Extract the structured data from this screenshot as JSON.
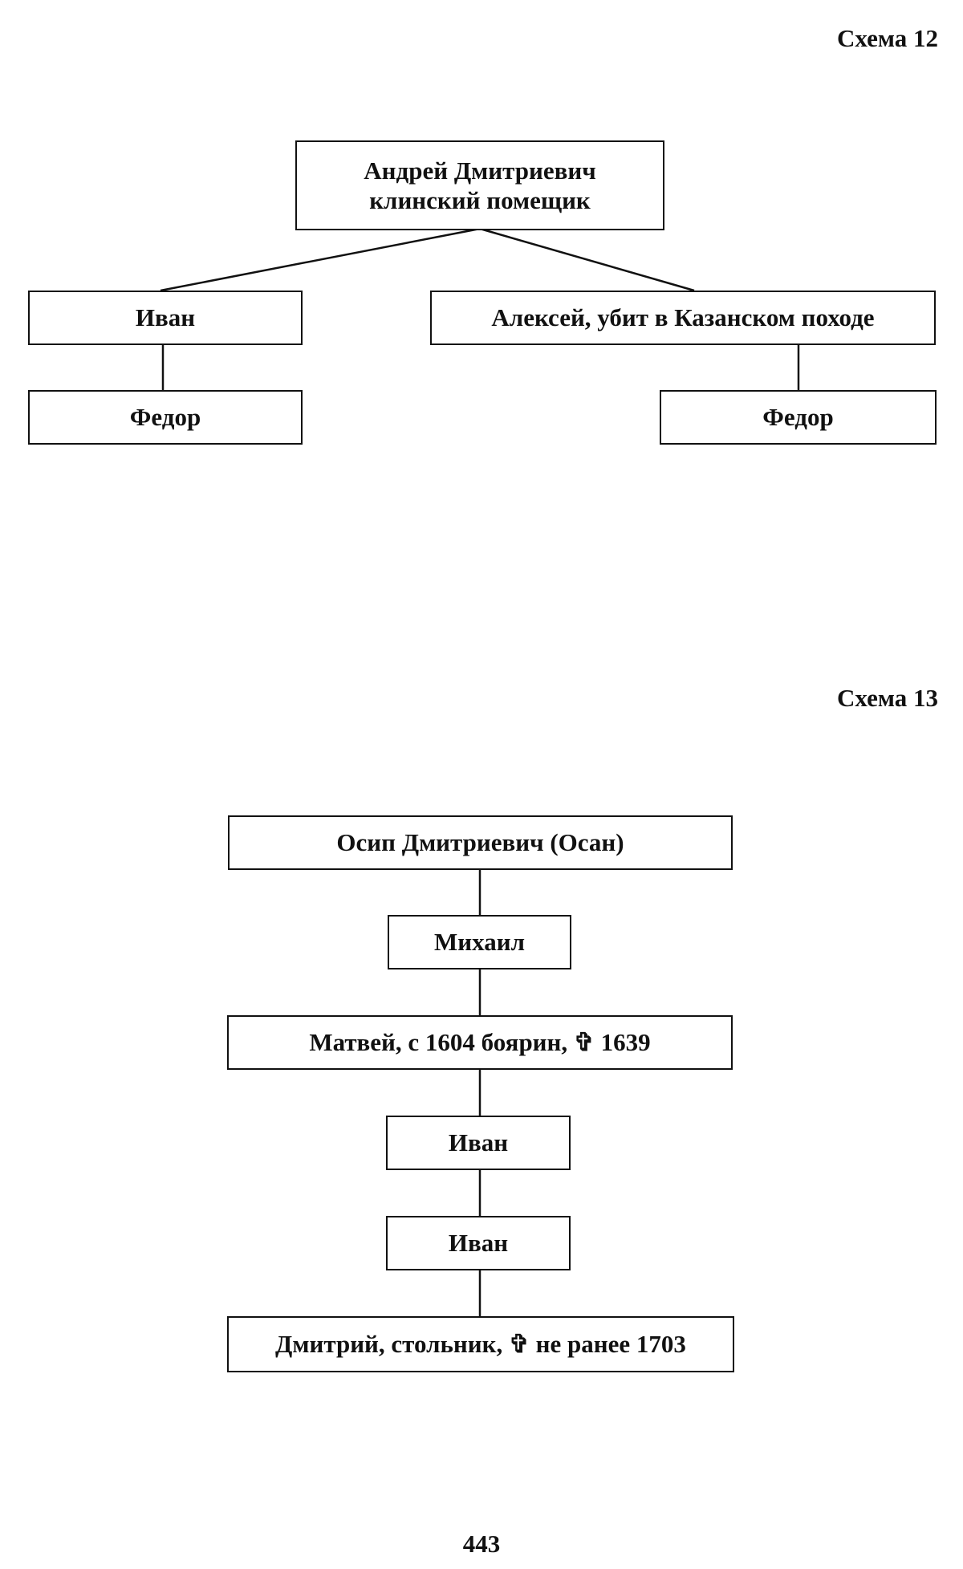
{
  "scheme12": {
    "title": "Схема 12",
    "root": {
      "line1": "Андрей Дмитриевич",
      "line2": "клинский помещик"
    },
    "child_left": "Иван",
    "child_right": "Алексей, убит в Казанском походе",
    "grandchild_left": "Федор",
    "grandchild_right": "Федор"
  },
  "scheme13": {
    "title": "Схема 13",
    "chain": [
      "Осип Дмитриевич (Осан)",
      "Михаил",
      "Матвей, с 1604 боярин, ✞ 1639",
      "Иван",
      "Иван",
      "Дмитрий, стольник, ✞ не ранее 1703"
    ]
  },
  "page_number": "443"
}
